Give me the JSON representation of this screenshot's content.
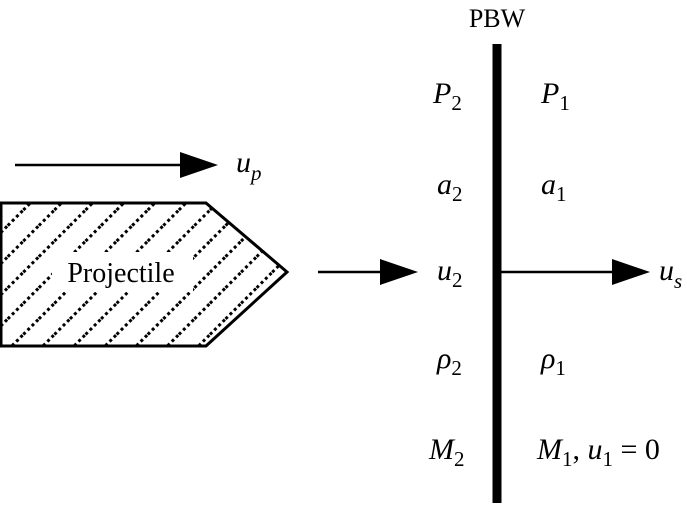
{
  "diagram": {
    "wall_label": "PBW",
    "projectile_label": "Projectile",
    "projectile_velocity": {
      "symbol": "u",
      "subscript": "p"
    },
    "shock_velocity": {
      "symbol": "u",
      "subscript": "s"
    },
    "behind_wall": [
      {
        "symbol": "P",
        "subscript": "2"
      },
      {
        "symbol": "a",
        "subscript": "2"
      },
      {
        "symbol": "u",
        "subscript": "2"
      },
      {
        "symbol": "ρ",
        "subscript": "2"
      },
      {
        "symbol": "M",
        "subscript": "2"
      }
    ],
    "ahead_of_wall": [
      {
        "symbol": "P",
        "subscript": "1"
      },
      {
        "symbol": "a",
        "subscript": "1"
      },
      {
        "symbol": "ρ",
        "subscript": "1"
      },
      {
        "symbol": "M",
        "subscript": "1"
      }
    ],
    "ahead_velocity": {
      "separator": ", ",
      "symbol": "u",
      "subscript": "1",
      "equals": " = 0"
    }
  },
  "colors": {
    "line": "#000000",
    "background": "#ffffff"
  }
}
